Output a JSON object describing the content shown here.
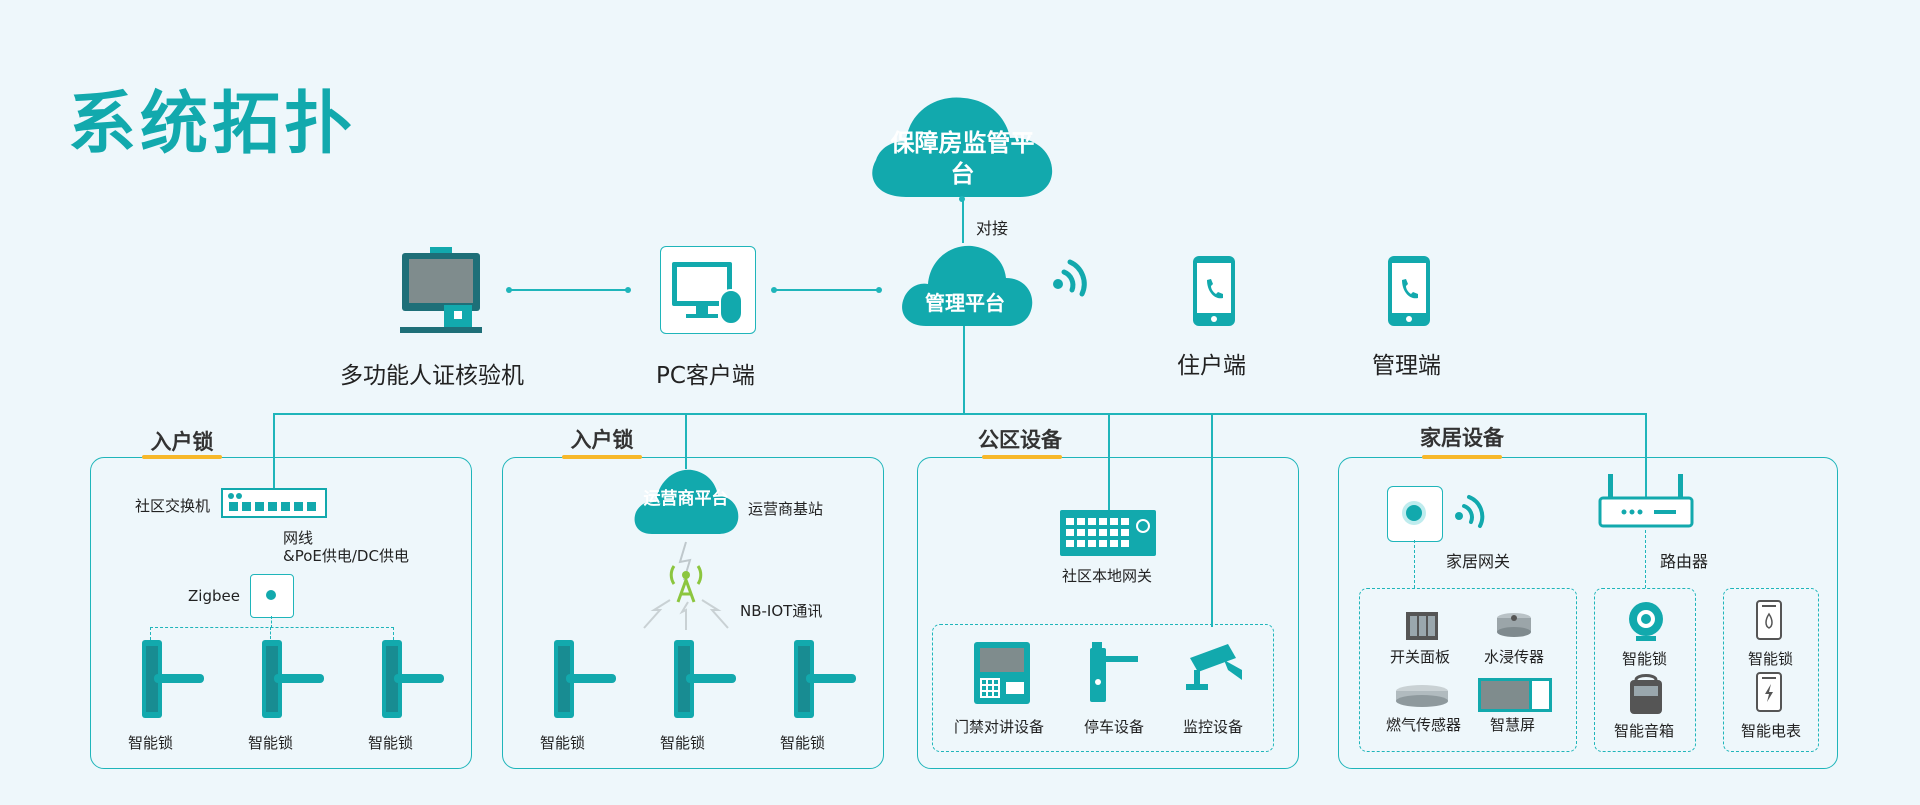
{
  "title": "系统拓扑",
  "top": {
    "supervision_cloud": "保障房监管平台",
    "connect_label": "对接",
    "management_cloud": "管理平台",
    "terminal_label": "多功能人证核验机",
    "pc_label": "PC客户端",
    "resident_label": "住户端",
    "admin_label": "管理端"
  },
  "sections": {
    "lock1": {
      "title": "入户锁",
      "switch_label": "社区交换机",
      "cable_label_1": "网线",
      "cable_label_2": "&PoE供电/DC供电",
      "zigbee_label": "Zigbee",
      "locks": [
        "智能锁",
        "智能锁",
        "智能锁"
      ]
    },
    "lock2": {
      "title": "入户锁",
      "carrier_cloud": "运营商平台",
      "base_station_label": "运营商基站",
      "nbiot_label": "NB-IOT通讯",
      "locks": [
        "智能锁",
        "智能锁",
        "智能锁"
      ]
    },
    "public": {
      "title": "公区设备",
      "gateway_label": "社区本地网关",
      "devices": [
        "门禁对讲设备",
        "停车设备",
        "监控设备"
      ]
    },
    "home": {
      "title": "家居设备",
      "gateway_label": "家居网关",
      "router_label": "路由器",
      "group1": [
        "开关面板",
        "水浸传器",
        "燃气传感器",
        "智慧屏"
      ],
      "group2": [
        "智能锁",
        "智能音箱"
      ],
      "group3": [
        "智能锁",
        "智能电表"
      ]
    }
  },
  "colors": {
    "accent": "#12a9ad",
    "line": "#1fb5ba",
    "highlight": "#f7b82a"
  }
}
